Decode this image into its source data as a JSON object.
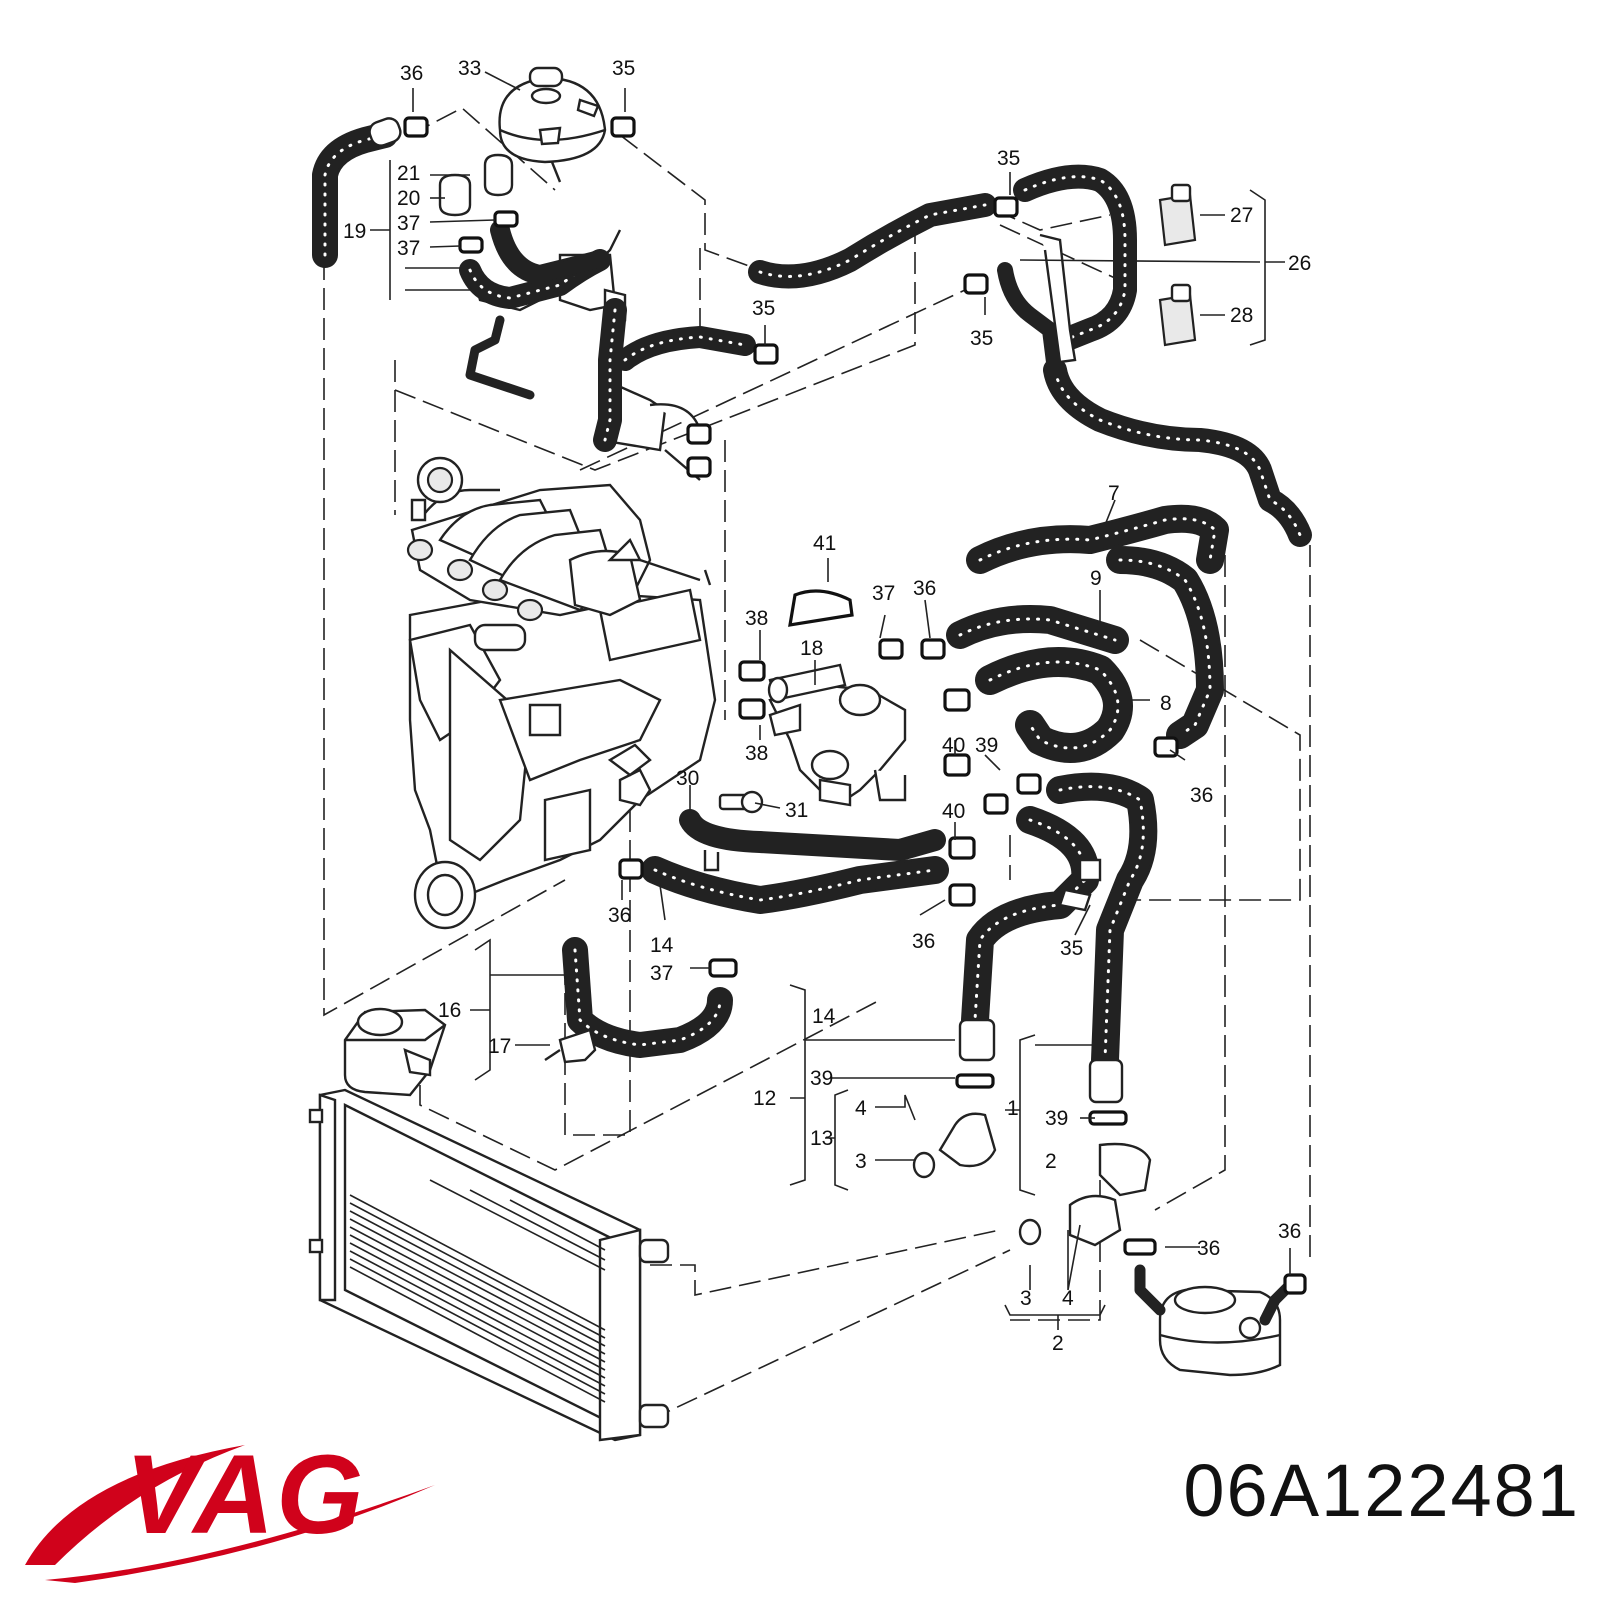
{
  "brand": {
    "logo_text": "VAG",
    "logo_color": "#d0021b"
  },
  "part_number": "06A122481",
  "labels": {
    "l36a": "36",
    "l33": "33",
    "l35a": "35",
    "l21": "21",
    "l20": "20",
    "l37a": "37",
    "l37b": "37",
    "l19": "19",
    "l35b": "35",
    "l27": "27",
    "l26": "26",
    "l28": "28",
    "l35c": "35",
    "l35d": "35",
    "l7": "7",
    "l41": "41",
    "l37c": "37",
    "l36b": "36",
    "l9": "9",
    "l38a": "38",
    "l18": "18",
    "l8": "8",
    "l38b": "38",
    "l40a": "40",
    "l39a": "39",
    "l36c": "36",
    "l30": "30",
    "l31": "31",
    "l40b": "40",
    "l36d": "36",
    "l14a": "14",
    "l37d": "37",
    "l36e": "36",
    "l35e": "35",
    "l16": "16",
    "l17": "17",
    "l14b": "14",
    "l12": "12",
    "l39b": "39",
    "l4a": "4",
    "l13": "13",
    "l3a": "3",
    "l1": "1",
    "l39c": "39",
    "l2a": "2",
    "l36f": "36",
    "l36g": "36",
    "l3b": "3",
    "l4b": "4",
    "l2b": "2"
  }
}
